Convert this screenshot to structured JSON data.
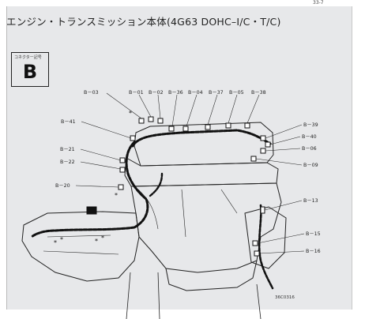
{
  "page": {
    "title": "エンジン・トランスミッション本体(4G63 DOHC–I/C・T/C)",
    "top_mark": "33-7",
    "connector_caption": "コネクター記号",
    "connector_letter": "B",
    "figure_code": "36C0316"
  },
  "connectors": {
    "b03": "B－03",
    "b01": "B－01",
    "b02": "B－02",
    "b36": "B－36",
    "b04": "B－04",
    "b37": "B－37",
    "b05": "B－05",
    "b38": "B－38",
    "b41": "B－41",
    "b21": "B－21",
    "b22": "B－22",
    "b20": "B－20",
    "b39": "B－39",
    "b40": "B－40",
    "b06": "B－06",
    "b09": "B－09",
    "b13": "B－13",
    "b15": "B－15",
    "b16": "B－16"
  },
  "colors": {
    "ink": "#222222",
    "paper": "#e7e8ea"
  }
}
